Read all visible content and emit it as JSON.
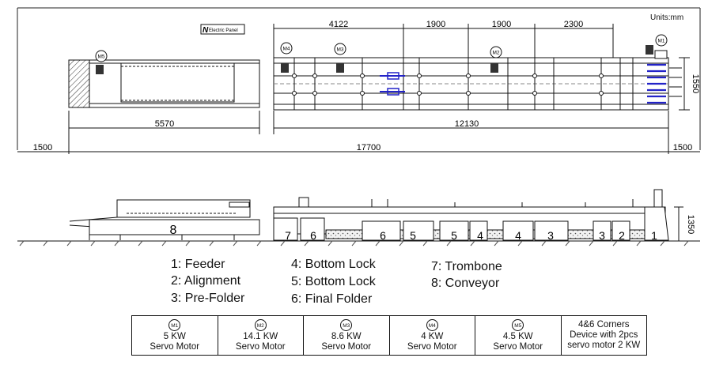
{
  "plan": {
    "units": "Units:mm",
    "electric_panel": "Electric Panel",
    "dim_top": [
      "4122",
      "1900",
      "1900",
      "2300"
    ],
    "dim_width": "1550",
    "dim_conveyor": "5570",
    "dim_machine": "12130",
    "dim_left_margin": "1500",
    "dim_total": "17700",
    "dim_right_margin": "1500",
    "motor_badges": [
      "M5",
      "M4",
      "M3",
      "M2",
      "M1"
    ]
  },
  "elevation": {
    "height": "1350",
    "section_numbers": [
      "8",
      "7",
      "6",
      "6",
      "5",
      "5",
      "4",
      "4",
      "3",
      "3",
      "2",
      "1"
    ]
  },
  "legend": [
    "1:  Feeder",
    "2: Alignment",
    "3: Pre-Folder",
    "4: Bottom Lock",
    "5: Bottom Lock",
    "6: Final Folder",
    "7: Trombone",
    "8: Conveyor"
  ],
  "motors": [
    {
      "badge": "M1",
      "power": "5 KW",
      "type": "Servo Motor"
    },
    {
      "badge": "M2",
      "power": "14.1 KW",
      "type": "Servo Motor"
    },
    {
      "badge": "M3",
      "power": "8.6 KW",
      "type": "Servo Motor"
    },
    {
      "badge": "M4",
      "power": "4 KW",
      "type": "Servo Motor"
    },
    {
      "badge": "M5",
      "power": "4.5 KW",
      "type": "Servo Motor"
    }
  ],
  "corners_note": [
    "4&6 Corners",
    "Device with 2pcs",
    "servo motor 2 KW"
  ]
}
